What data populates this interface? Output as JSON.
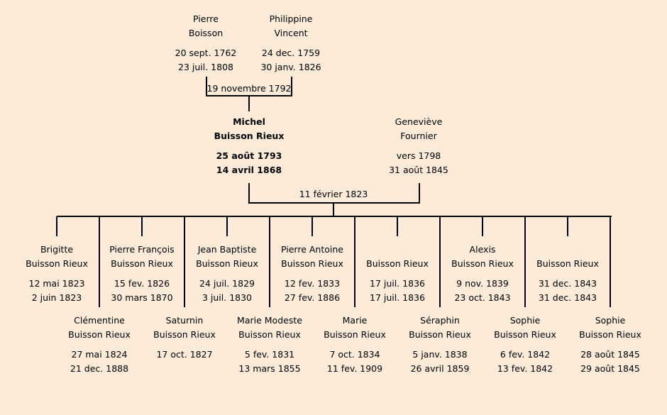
{
  "grandparents": {
    "father": {
      "first": "Pierre",
      "last": "Boisson",
      "birth": "20 sept. 1762",
      "death": "23 juil. 1808"
    },
    "mother": {
      "first": "Philippine",
      "last": "Vincent",
      "birth": "24 dec. 1759",
      "death": "30 janv. 1826"
    },
    "marriage": "19 novembre 1792"
  },
  "parents": {
    "father": {
      "first": "Michel",
      "last": "Buisson Rieux",
      "birth": "25 août 1793",
      "death": "14 avril 1868"
    },
    "mother": {
      "first": "Geneviève",
      "last": "Fournier",
      "birth": "vers 1798",
      "death": "31 août 1845"
    },
    "marriage": "11 février 1823"
  },
  "children": [
    {
      "first": "Brigitte",
      "last": "Buisson Rieux",
      "birth": "12 mai 1823",
      "death": "2 juin 1823"
    },
    {
      "first": "Clémentine",
      "last": "Buisson Rieux",
      "birth": "27 mai 1824",
      "death": "21 dec. 1888"
    },
    {
      "first": "Pierre François",
      "last": "Buisson Rieux",
      "birth": "15 fev. 1826",
      "death": "30 mars 1870"
    },
    {
      "first": "Saturnin",
      "last": "Buisson Rieux",
      "birth": "17 oct. 1827",
      "death": ""
    },
    {
      "first": "Jean Baptiste",
      "last": "Buisson Rieux",
      "birth": "24 juil. 1829",
      "death": "3 juil. 1830"
    },
    {
      "first": "Marie Modeste",
      "last": "Buisson Rieux",
      "birth": "5 fev. 1831",
      "death": "13 mars 1855"
    },
    {
      "first": "Pierre Antoine",
      "last": "Buisson Rieux",
      "birth": "12 fev. 1833",
      "death": "27 fev. 1886"
    },
    {
      "first": "Marie",
      "last": "Buisson Rieux",
      "birth": "7 oct. 1834",
      "death": "11 fev. 1909"
    },
    {
      "first": "",
      "last": "Buisson Rieux",
      "birth": "17 juil. 1836",
      "death": "17 juil. 1836"
    },
    {
      "first": "Séraphin",
      "last": "Buisson Rieux",
      "birth": "5 janv. 1838",
      "death": "26 avril 1859"
    },
    {
      "first": "Alexis",
      "last": "Buisson Rieux",
      "birth": "9 nov. 1839",
      "death": "23 oct. 1843"
    },
    {
      "first": "Sophie",
      "last": "Buisson Rieux",
      "birth": "6 fev. 1842",
      "death": "13 fev. 1842"
    },
    {
      "first": "",
      "last": "Buisson Rieux",
      "birth": "31 dec. 1843",
      "death": "31 dec. 1843"
    },
    {
      "first": "Sophie",
      "last": "Buisson Rieux",
      "birth": "28 août 1845",
      "death": "29 août 1845"
    }
  ]
}
